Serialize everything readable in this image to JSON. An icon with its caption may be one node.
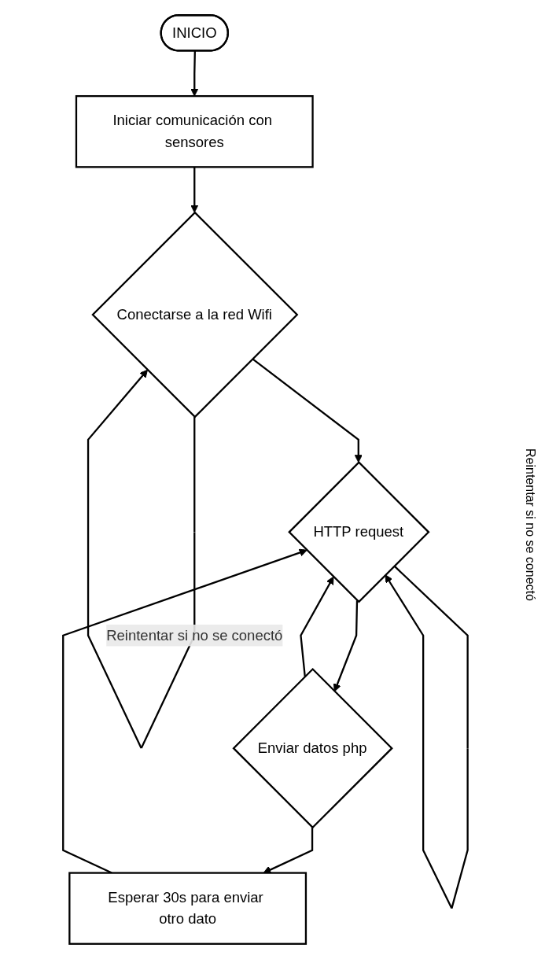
{
  "diagram": {
    "nodes": [
      {
        "text": [
          "INICIO"
        ]
      },
      {
        "text": [
          "Iniciar comunicación con sensores"
        ]
      },
      {
        "text": [
          "Conectarse a la red Wifi"
        ]
      },
      {
        "text": [
          "HTTP request"
        ]
      },
      {
        "text": [
          "Enviar datos php"
        ]
      },
      {
        "text": [
          "Esperar 30s para enviar otro dato"
        ]
      }
    ],
    "edges": [
      {
        "from": 0,
        "to": 1,
        "arrow": "to"
      },
      {
        "from": 1,
        "to": 2,
        "arrow": "to"
      },
      {
        "from": 2,
        "to": 2,
        "arrow": "to",
        "label": "Reintentar si no se conectó"
      },
      {
        "from": 2,
        "to": 3,
        "arrow": "to"
      },
      {
        "from": 3,
        "to": 4,
        "arrow": "to"
      },
      {
        "from": 4,
        "to": 5,
        "arrow": "to"
      },
      {
        "from": 3,
        "to": 3,
        "arrow": "to"
      },
      {
        "from": 4,
        "to": 3,
        "arrow": "to"
      },
      {
        "from": 5,
        "to": 3,
        "arrow": "to"
      }
    ],
    "labels": [
      "Reintentar si no se conectó"
    ]
  }
}
